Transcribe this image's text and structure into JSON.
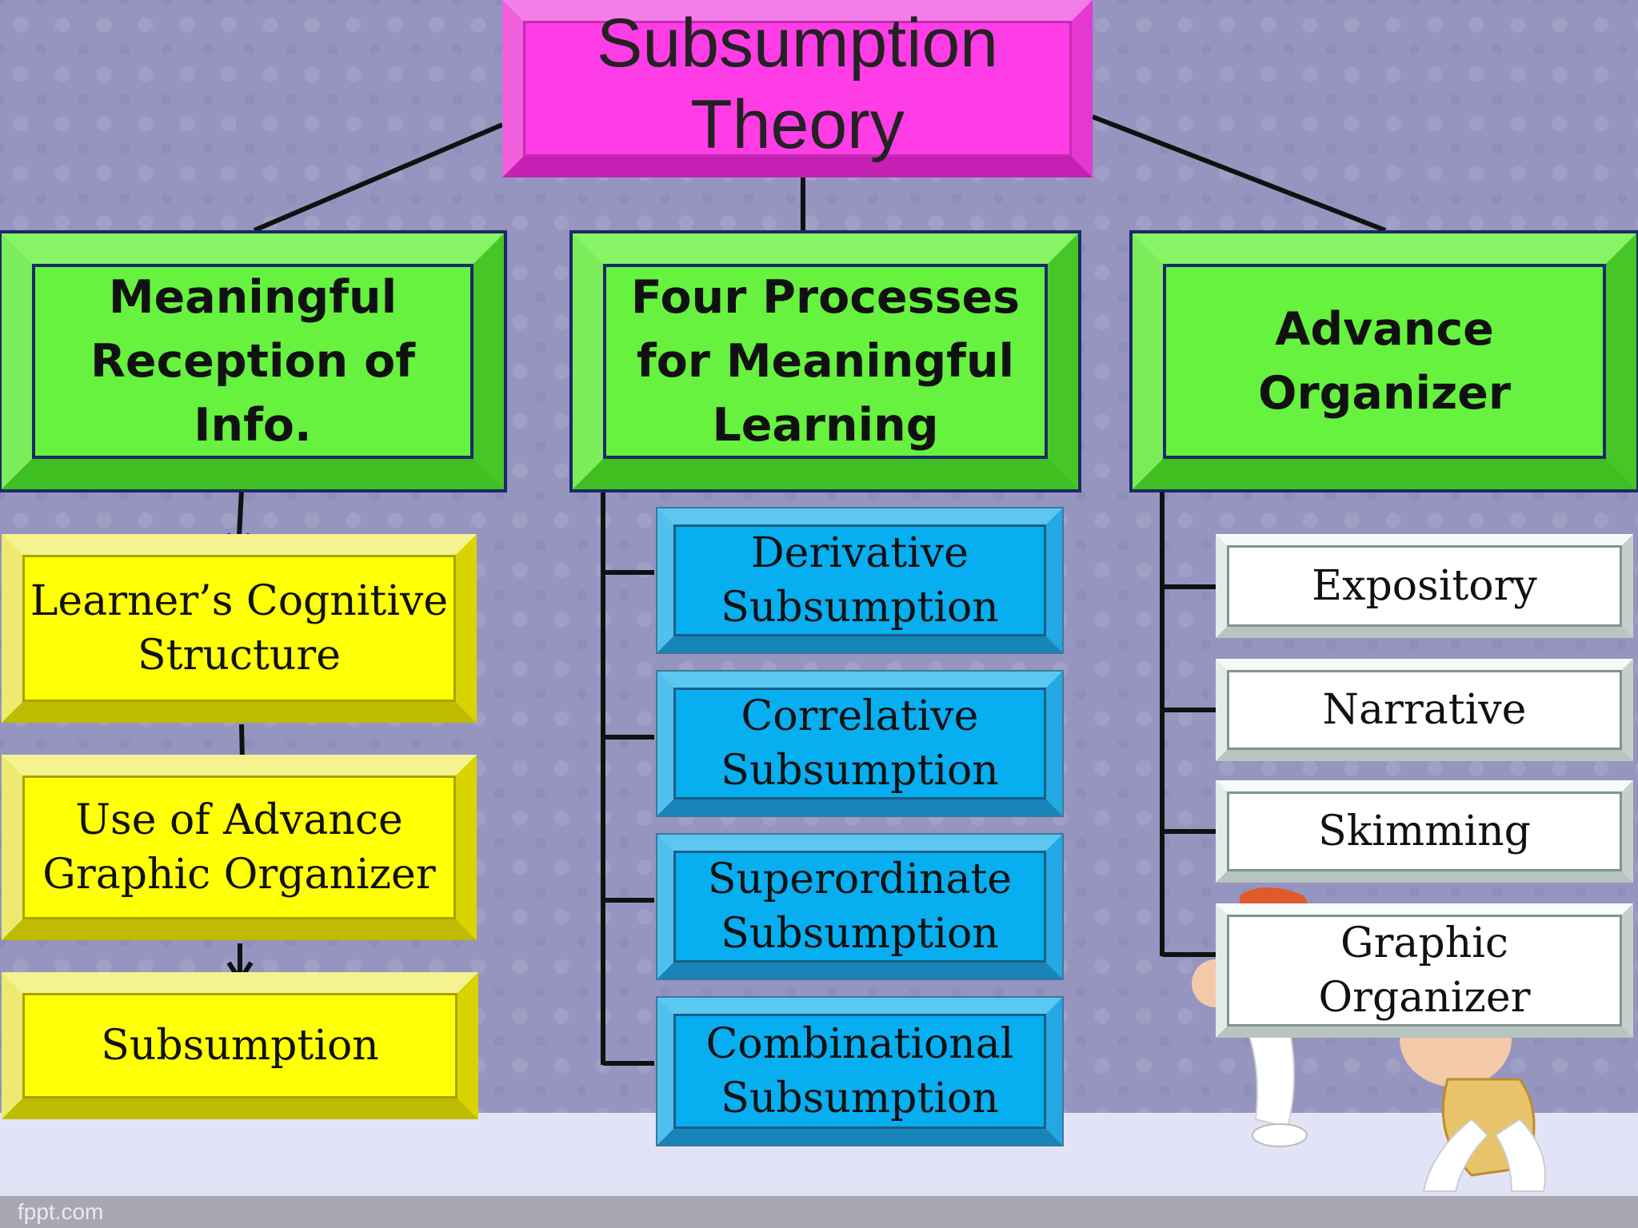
{
  "title": {
    "line1": "Subsumption",
    "line2": "Theory"
  },
  "branches": [
    {
      "line1": "Meaningful",
      "line2": "Reception of",
      "line3": "Info."
    },
    {
      "line1": "Four Processes",
      "line2": "for Meaningful",
      "line3": "Learning"
    },
    {
      "line1": "Advance",
      "line2": "Organizer"
    }
  ],
  "reception_steps": [
    {
      "line1": "Learner’s Cognitive",
      "line2": "Structure"
    },
    {
      "line1": "Use of Advance",
      "line2": "Graphic Organizer"
    },
    {
      "line1": "Subsumption"
    }
  ],
  "processes": [
    {
      "line1": "Derivative",
      "line2": "Subsumption"
    },
    {
      "line1": "Correlative",
      "line2": "Subsumption"
    },
    {
      "line1": "Superordinate",
      "line2": "Subsumption"
    },
    {
      "line1": "Combinational",
      "line2": "Subsumption"
    }
  ],
  "organizer_types": [
    {
      "line1": "Expository"
    },
    {
      "line1": "Narrative"
    },
    {
      "line1": "Skimming"
    },
    {
      "line1": "Graphic",
      "line2": "Organizer"
    }
  ],
  "footer": "fppt.com",
  "colors": {
    "title": "#ff3de6",
    "branch": "#66f23f",
    "reception": "#ffff06",
    "process": "#07aef0",
    "organizer": "#ffffff",
    "background": "#9595c0"
  }
}
